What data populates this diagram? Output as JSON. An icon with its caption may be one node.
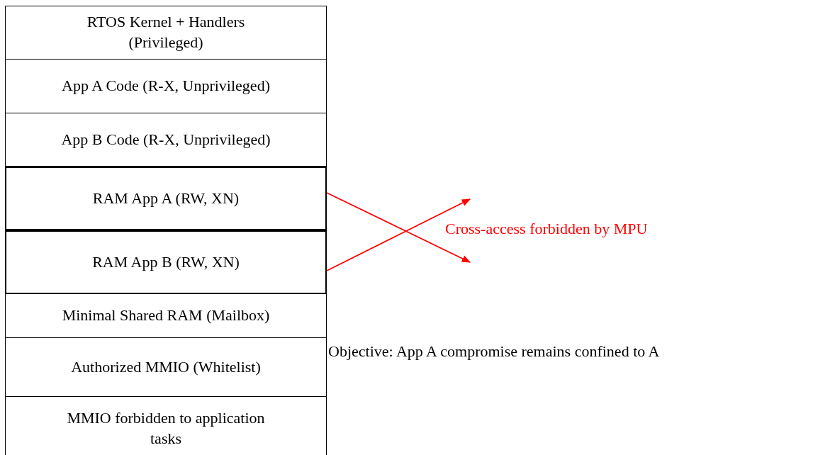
{
  "diagram": {
    "nodes": [
      {
        "text": [
          "RTOS Kernel + Handlers (Privileged)"
        ]
      },
      {
        "text": [
          "App A Code (R-X, Unprivileged)"
        ]
      },
      {
        "text": [
          "App B Code (R-X, Unprivileged)"
        ]
      },
      {
        "text": [
          "RAM App A (RW, XN)"
        ]
      },
      {
        "text": [
          "RAM App B (RW, XN)"
        ]
      },
      {
        "text": [
          "Minimal Shared RAM (Mailbox)"
        ]
      },
      {
        "text": [
          "Authorized MMIO (Whitelist)"
        ]
      },
      {
        "text": [
          "MMIO forbidden to application tasks"
        ]
      }
    ],
    "edges": [
      {
        "from": 3,
        "to": null,
        "arrow": "to",
        "color": "#ff0000"
      },
      {
        "from": 4,
        "to": null,
        "arrow": "to",
        "color": "#ff0000"
      }
    ],
    "labels": [
      "Cross-access forbidden by MPU",
      "Objective: App A compromise remains confined to A"
    ]
  }
}
